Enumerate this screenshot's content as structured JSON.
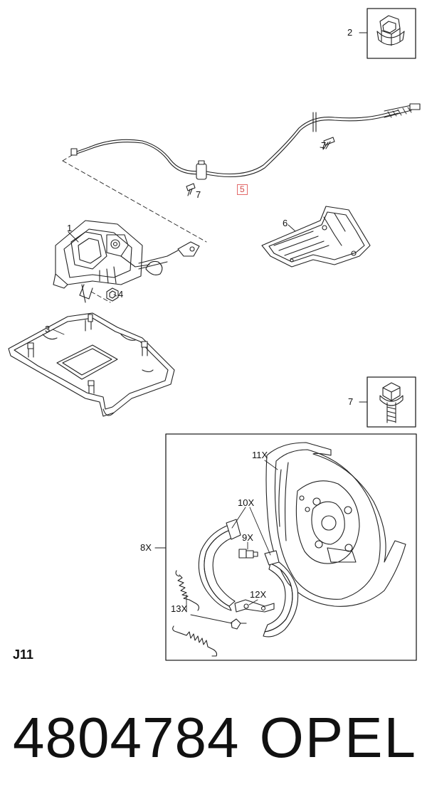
{
  "labels": {
    "nut": "2",
    "pedal_assembly": "1",
    "bracket_plate": "3",
    "pedal_nut": "4",
    "cable": "5",
    "heat_shield": "6",
    "bolt_upper": "7",
    "bolt_lower": "7",
    "bolt_box": "7",
    "brake_kit": "8X",
    "adjuster": "9X",
    "shoes": "10X",
    "backing_plate": "11X",
    "lever": "12X",
    "springs": "13X"
  },
  "page_code": "J11",
  "part_number": "4804784",
  "brand": "OPEL"
}
